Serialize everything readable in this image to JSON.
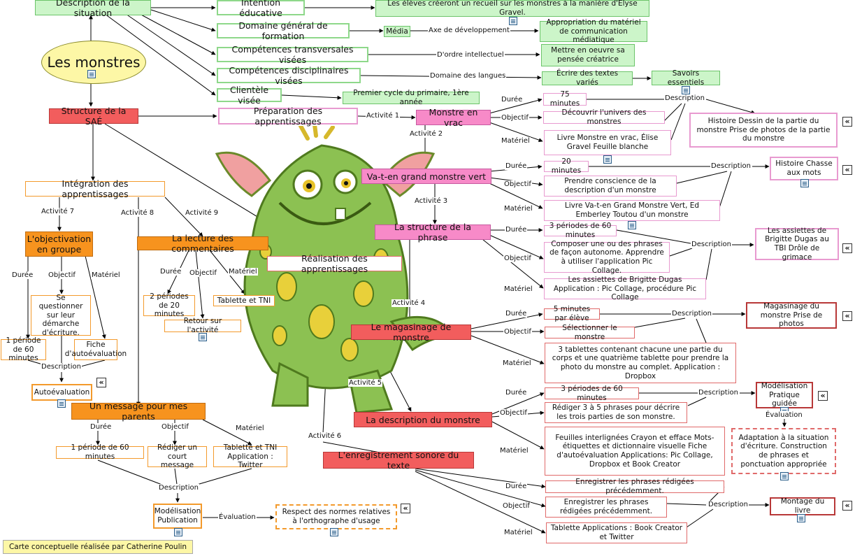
{
  "title": "Les monstres",
  "credit": "Carte conceptuelle réalisée par Catherine Poulin",
  "top": {
    "description": "Description de la situation",
    "intention": "Intention éducative",
    "intention_text": "Les élèves créeront un recueil sur les monstres à la manière d'Élyse Gravel.",
    "domaine": "Domaine général de formation",
    "media": "Média",
    "axe": "Axe de développement",
    "axe_text": "Appropriation du matériel de communication médiatique",
    "comp_trans": "Compétences transversales visées",
    "ordre": "D'ordre intellectuel",
    "ordre_text": "Mettre en oeuvre sa pensée créatrice",
    "comp_disc": "Compétences disciplinaires visées",
    "langues": "Domaine des langues",
    "ecrire": "Écrire des textes variés",
    "savoirs": "Savoirs essentiels",
    "clientele": "Clientèle visée",
    "clientele_text": "Premier cycle du primaire, 1ère année"
  },
  "structure": "Structure de la SAÉ",
  "prep": "Préparation des apprentissages",
  "realisation": "Réalisation des apprentissages",
  "integration": "Intégration des apprentissages",
  "labels": {
    "duree": "Durée",
    "objectif": "Objectif",
    "materiel": "Matériel",
    "description": "Description",
    "evaluation": "Évaluation",
    "a1": "Activité 1",
    "a2": "Activité 2",
    "a3": "Activité 3",
    "a4": "Activité 4",
    "a5": "Activité 5",
    "a6": "Activité 6",
    "a7": "Activité 7",
    "a8": "Activité 8",
    "a9": "Activité 9"
  },
  "act1": {
    "title": "Monstre en vrac",
    "duree": "75 minutes",
    "objectif": "Découvrir l'univers des monstres",
    "materiel": "Livre Monstre en vrac, Élise Gravel Feuille blanche",
    "description": "Histoire Dessin de la partie du monstre Prise de photos de la partie du monstre"
  },
  "act2": {
    "title": "Va-t-en grand monstre vert",
    "duree": "20 minutes",
    "objectif": "Prendre conscience de la description d'un monstre",
    "materiel": "Livre Va-t-en Grand Monstre Vert, Ed Emberley Toutou d'un monstre",
    "description": "Histoire Chasse aux mots"
  },
  "act3": {
    "title": "La structure de la phrase",
    "duree": "3 périodes de 60 minutes",
    "objectif": "Composer une ou des phrases de façon autonome. Apprendre à utiliser l'application Pic Collage.",
    "materiel": "Les assiettes de Brigitte Dugas Application : Pic Collage, procédure Pic Collage",
    "description": "Les assiettes de Brigitte Dugas au TBI Drôle de grimace"
  },
  "act4": {
    "title": "Le magasinage de monstre",
    "duree": "5 minutes par élève",
    "objectif": "Sélectionner le monstre",
    "materiel": "3 tablettes contenant chacune une partie du corps et une quatrième tablette pour prendre la photo du monstre au complet. Application : Dropbox",
    "description": "Magasinage du monstre Prise de photos"
  },
  "act5": {
    "title": "La description du monstre",
    "duree": "3 périodes de 60 minutes",
    "objectif": "Rédiger 3 à 5 phrases pour décrire les trois parties de son monstre.",
    "materiel": "Feuilles interlignées Crayon et efface Mots-étiquettes et dictionnaire visuelle Fiche d'autoévaluation Applications: Pic Collage, Dropbox et Book Creator",
    "description": "Modélisation Pratique guidée",
    "evaluation": "Adaptation à la situation d'écriture. Construction de phrases et ponctuation appropriée"
  },
  "act6": {
    "title": "L'enregistrement sonore du texte",
    "duree": "Enregistrer les phrases rédigées précédemment.",
    "objectif": "Enregistrer les phrases rédigées précédemment.",
    "materiel": "Tablette Applications : Book Creator et Twitter",
    "description": "Montage du livre"
  },
  "act7": {
    "title": "L'objectivation en groupe",
    "duree": "1 période de 60 minutes",
    "objectif": "Se questionner sur leur démarche d'écriture.",
    "materiel": "Fiche d'autoévaluation",
    "description": "Autoévaluation"
  },
  "act8": {
    "title": "Un message pour mes parents",
    "duree": "1 période de 60 minutes",
    "objectif": "Rédiger un court message",
    "materiel": "Tablette et TNI Application : Twitter",
    "description": "Modélisation Publication",
    "evaluation": "Respect des normes relatives à l'orthographe d'usage"
  },
  "act9": {
    "title": "La lecture des commentaires",
    "duree": "2 périodes de 20 minutes",
    "materiel": "Tablette et TNI",
    "description": "Retour sur l'activité"
  }
}
